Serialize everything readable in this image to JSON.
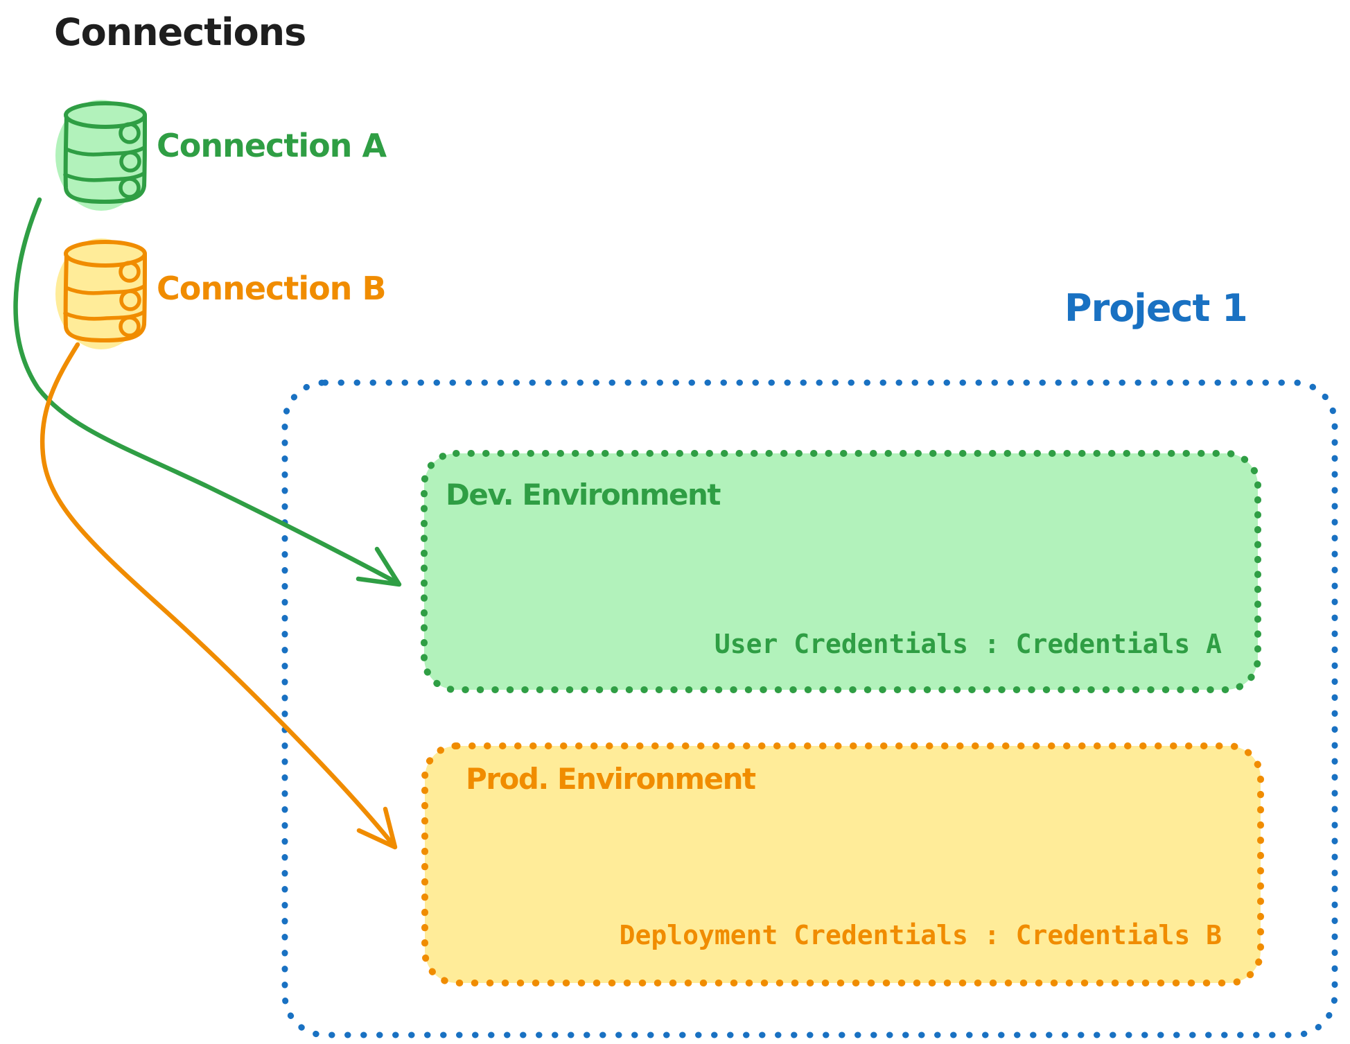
{
  "title": "Connections",
  "colors": {
    "ink": "#1e1e1e",
    "green": "#2f9e44",
    "green_fill": "#b2f2bb",
    "orange": "#f08c00",
    "orange_fill": "#ffec99",
    "blue": "#1971c2"
  },
  "connections": [
    {
      "label": "Connection A"
    },
    {
      "label": "Connection B"
    }
  ],
  "project": {
    "label": "Project 1",
    "environments": [
      {
        "name": "Dev. Environment",
        "credentials": "User Credentials : Credentials A"
      },
      {
        "name": "Prod. Environment",
        "credentials": "Deployment Credentials : Credentials B"
      }
    ]
  }
}
